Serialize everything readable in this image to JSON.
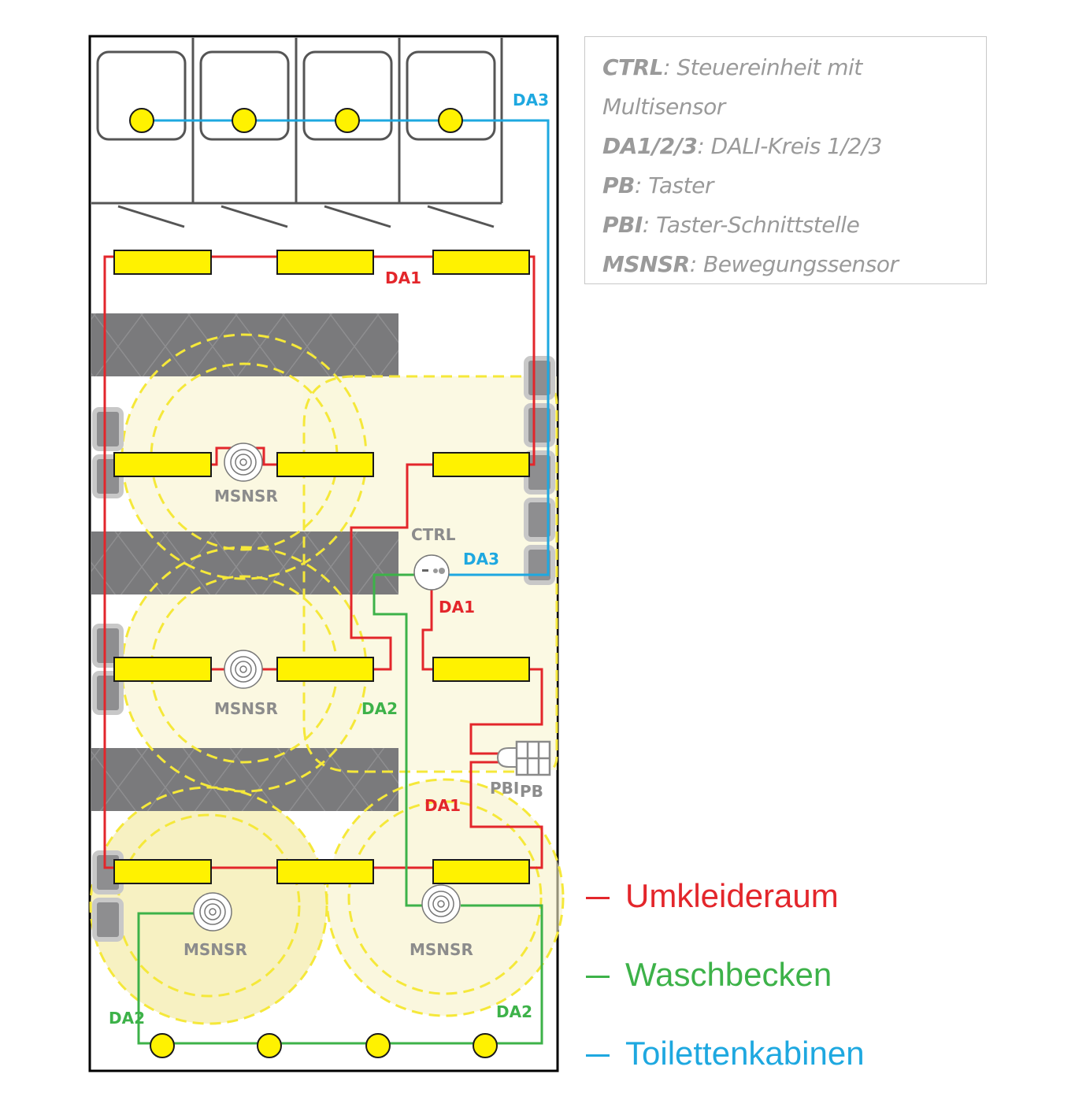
{
  "legend": {
    "rows": [
      {
        "key": "CTRL",
        "text": ": Steuereinheit mit"
      },
      {
        "key": "",
        "text": "Multisensor"
      },
      {
        "key": "DA1/2/3",
        "text": ": DALI-Kreis 1/2/3"
      },
      {
        "key": "PB",
        "text": ": Taster"
      },
      {
        "key": "PBI",
        "text": ": Taster-Schnittstelle"
      },
      {
        "key": "MSNSR",
        "text": ": Bewegungssensor"
      }
    ]
  },
  "circuits": [
    {
      "label": "Umkleideraum",
      "color": "#e3262b"
    },
    {
      "label": "Waschbecken",
      "color": "#3db249"
    },
    {
      "label": "Toilettenkabinen",
      "color": "#1ea8e0"
    }
  ],
  "plan_labels": {
    "da3_top": "DA3",
    "da1_top": "DA1",
    "msnsr_1": "MSNSR",
    "ctrl": "CTRL",
    "da3_ctrl": "DA3",
    "da1_ctrl": "DA1",
    "msnsr_2": "MSNSR",
    "da2_mid": "DA2",
    "pbi": "PBI",
    "pb": "PB",
    "da1_bottom": "DA1",
    "msnsr_3": "MSNSR",
    "msnsr_4": "MSNSR",
    "da2_left": "DA2",
    "da2_right": "DA2"
  },
  "colors": {
    "da1": "#e3262b",
    "da2": "#3db249",
    "da3": "#1ea8e0",
    "luminaire": "#fff200",
    "zone_line": "#f5e83a"
  }
}
